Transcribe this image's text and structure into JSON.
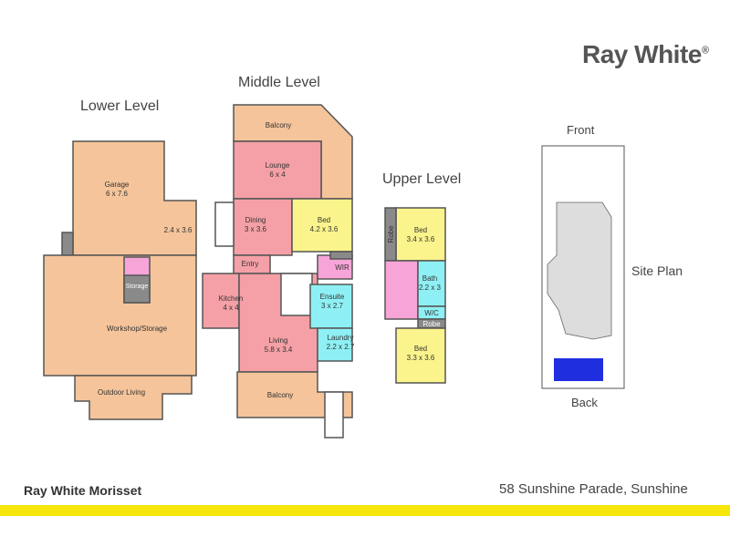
{
  "brand": {
    "name": "Ray White",
    "mark": "®"
  },
  "levels": {
    "lower": "Lower Level",
    "middle": "Middle Level",
    "upper": "Upper Level"
  },
  "rooms": {
    "garage": "Garage",
    "garage_dim": "6 x 7.6",
    "carport_dim": "2.4 x 3.6",
    "storage": "Storage",
    "workshop": "Workshop/Storage",
    "outdoor": "Outdoor Living",
    "balcony_top": "Balcony",
    "lounge": "Lounge",
    "lounge_dim": "6 x 4",
    "dining": "Dining",
    "dining_dim": "3 x 3.6",
    "bed_mid": "Bed",
    "bed_mid_dim": "4.2 x 3.6",
    "entry": "Entry",
    "wir": "WIR",
    "kitchen": "Kitchen",
    "kitchen_dim": "4 x 4",
    "ensuite": "Ensuite",
    "ensuite_dim": "3 x 2.7",
    "living": "Living",
    "living_dim": "5.8 x 3.4",
    "laundry": "Laundry",
    "laundry_dim": "2.2 x 2.7",
    "balcony_bottom": "Balcony",
    "robe": "Robe",
    "bed_up1": "Bed",
    "bed_up1_dim": "3.4 x 3.6",
    "bath": "Bath",
    "bath_dim": "2.2 x 3",
    "wc": "W/C",
    "robe2": "Robe",
    "bed_up2": "Bed",
    "bed_up2_dim": "3.3 x 3.6"
  },
  "site_plan": {
    "title": "Site Plan",
    "front": "Front",
    "back": "Back",
    "pool_color": "#1f2fe0"
  },
  "footer": {
    "agency": "Ray White Morisset",
    "address": "58 Sunshine Parade, Sunshine",
    "bar_color": "#f6e60a"
  },
  "colors": {
    "orange": "#f5c49a",
    "pink": "#f4a0a6",
    "yellow": "#fbf48c",
    "cyan": "#8ef0f4",
    "magenta": "#f7a4d8",
    "gray": "#8a8a8a"
  }
}
